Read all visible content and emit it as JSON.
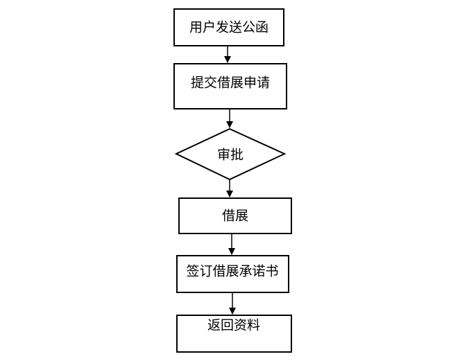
{
  "diagram": {
    "type": "flowchart",
    "colors": {
      "stroke": "#000000",
      "fill": "#ffffff",
      "text": "#000000"
    },
    "nodes": [
      {
        "id": "send-letter",
        "shape": "rect",
        "label": "用户发送公函"
      },
      {
        "id": "submit-application",
        "shape": "rect",
        "label": "提交借展申请"
      },
      {
        "id": "approval",
        "shape": "diamond",
        "label": "审批"
      },
      {
        "id": "loan",
        "shape": "rect",
        "label": "借展"
      },
      {
        "id": "sign-commitment",
        "shape": "rect",
        "label": "签订借展承诺书"
      },
      {
        "id": "return-materials",
        "shape": "rect",
        "label": "返回资料"
      }
    ],
    "edges": [
      {
        "from": "send-letter",
        "to": "submit-application"
      },
      {
        "from": "submit-application",
        "to": "approval"
      },
      {
        "from": "approval",
        "to": "loan"
      },
      {
        "from": "loan",
        "to": "sign-commitment"
      },
      {
        "from": "sign-commitment",
        "to": "return-materials"
      }
    ]
  }
}
